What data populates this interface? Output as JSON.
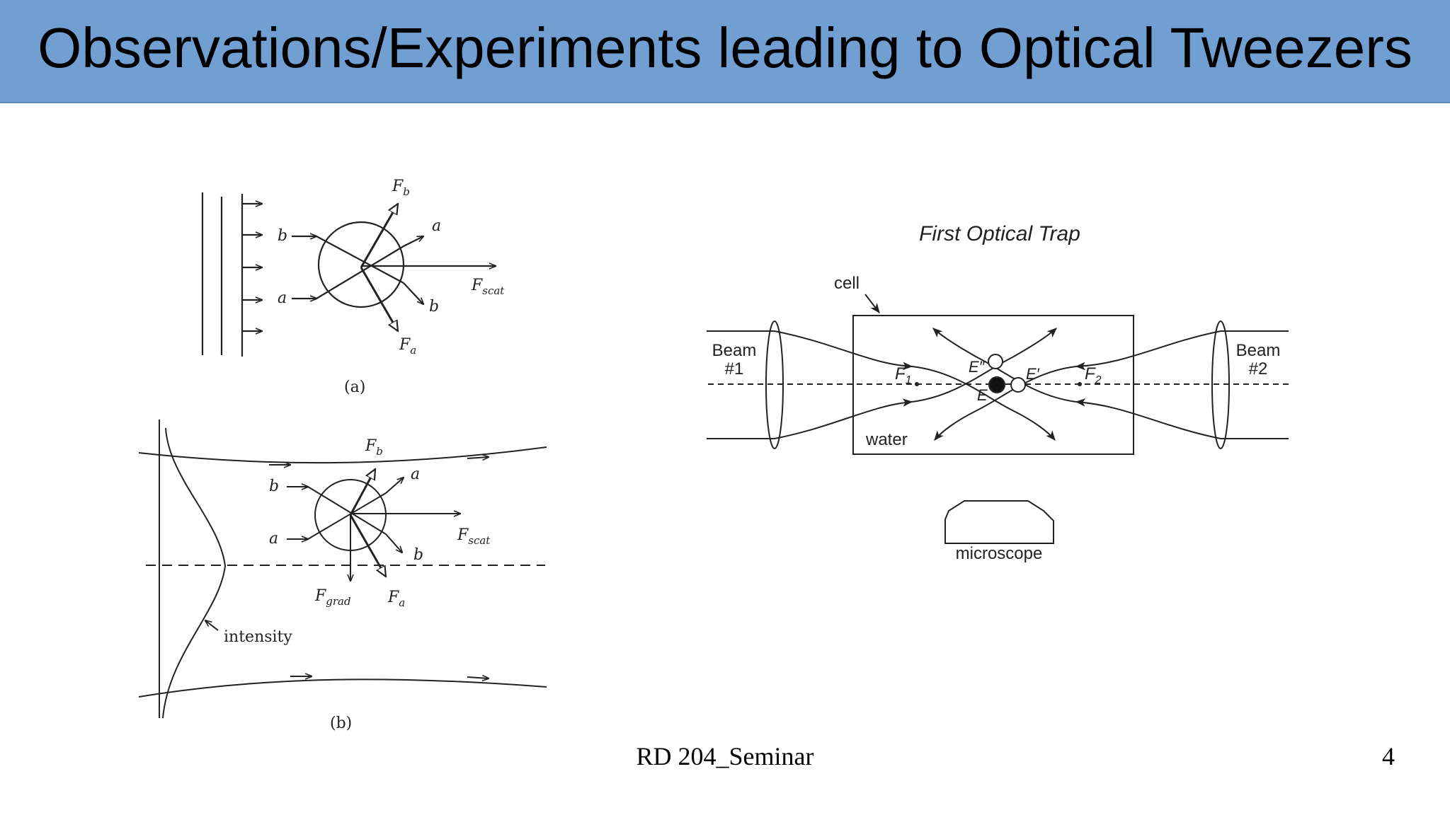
{
  "slide": {
    "title": "Observations/Experiments leading to Optical Tweezers",
    "footer": "RD 204_Seminar",
    "page_number": "4"
  },
  "figure_a": {
    "caption": "(a)",
    "force_b": "F",
    "force_b_sub": "b",
    "force_a": "F",
    "force_a_sub": "a",
    "force_scat": "F",
    "force_scat_sub": "scat",
    "ray_a_in": "a",
    "ray_b_in": "b",
    "ray_a_out": "a",
    "ray_b_out": "b"
  },
  "figure_b": {
    "caption": "(b)",
    "force_b": "F",
    "force_b_sub": "b",
    "force_a": "F",
    "force_a_sub": "a",
    "force_scat": "F",
    "force_scat_sub": "scat",
    "force_grad": "F",
    "force_grad_sub": "grad",
    "ray_a_in": "a",
    "ray_b_in": "b",
    "ray_a_out": "a",
    "ray_b_out": "b",
    "intensity_label": "intensity"
  },
  "trap_figure": {
    "title": "First Optical Trap",
    "cell_label": "cell",
    "water_label": "water",
    "beam1_line1": "Beam",
    "beam1_line2": "#1",
    "beam2_line1": "Beam",
    "beam2_line2": "#2",
    "focus1": "F",
    "focus1_sub": "1",
    "focus2": "F",
    "focus2_sub": "2",
    "equilibrium": "E",
    "equilibrium_prime": "E′",
    "equilibrium_double_prime": "E″",
    "microscope_label": "microscope"
  }
}
